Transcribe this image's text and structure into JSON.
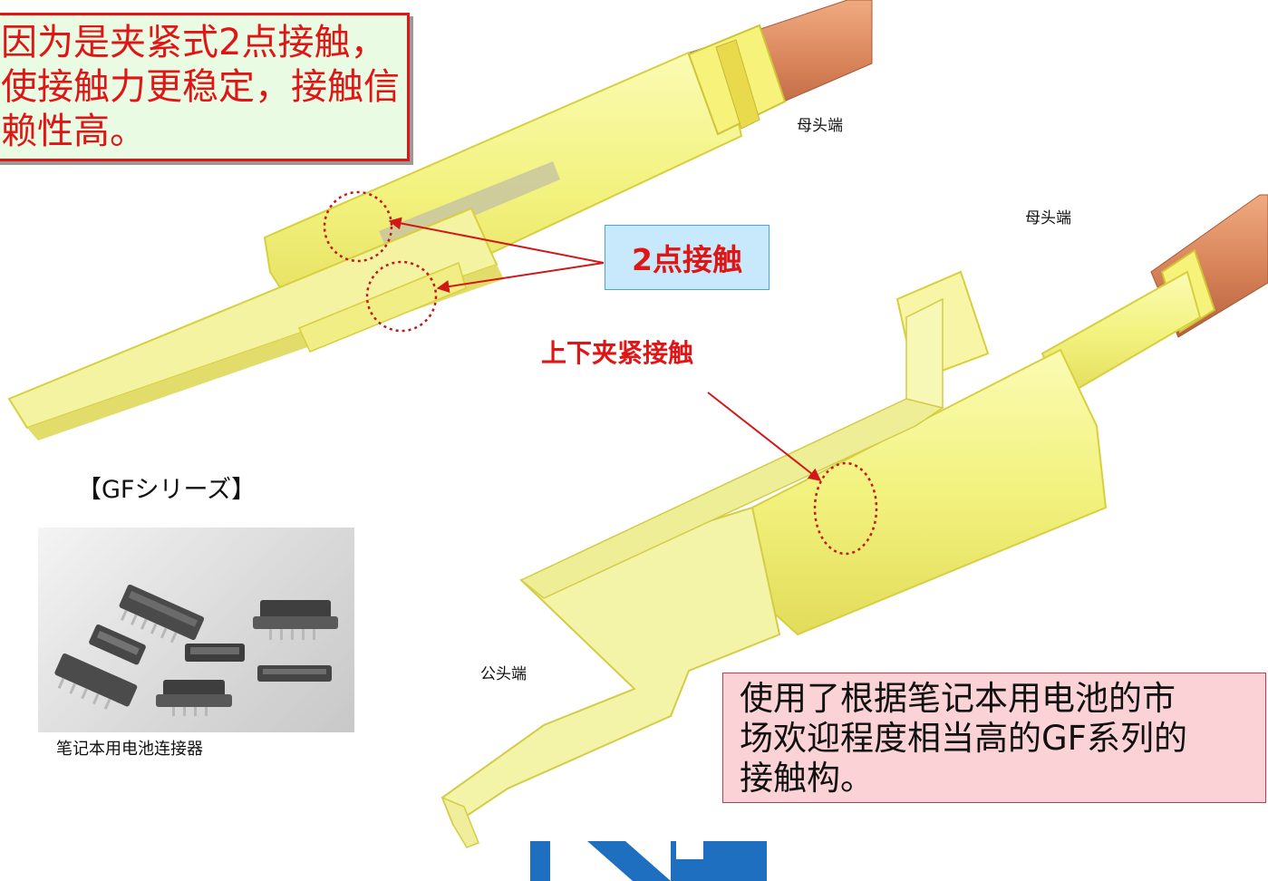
{
  "callouts": {
    "top": "因为是夹紧式2点接触，\n使接触力更稳定，接触信\n赖性高。",
    "bottom": "使用了根据笔记本用电池的市\n场欢迎程度相当高的GF系列的\n接触构。"
  },
  "contact_label": "2点接触",
  "clamp_label": "上下夹紧接触",
  "terminals": {
    "female_top": "母头端",
    "female_right": "母头端",
    "male": "公头端"
  },
  "series": {
    "title": "【GFシリーズ】",
    "caption": "笔记本用电池连接器"
  },
  "colors": {
    "terminal_yellow": "#f4f48a",
    "terminal_edge": "#d8cf3e",
    "copper": "#d9845a",
    "callout_red": "#e01616",
    "blue_box": "#c8e9fb",
    "pink_box": "#fbd2d6",
    "logo_blue": "#1f6fc0"
  }
}
